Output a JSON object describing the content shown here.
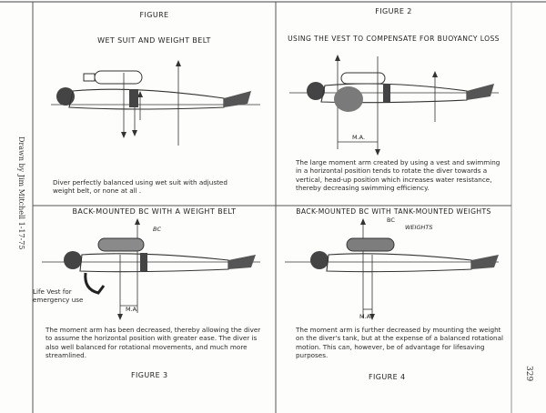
{
  "figures": [
    {
      "id": "fig1",
      "label": "FIGURE",
      "title": "WET SUIT AND WEIGHT BELT",
      "caption": "Diver perfectly balanced using wet suit with adjusted weight belt, or none at all ."
    },
    {
      "id": "fig2",
      "label": "FIGURE 2",
      "title": "USING THE VEST TO COMPENSATE FOR BUOYANCY LOSS",
      "moment_label": "M.A.",
      "caption": "The large moment arm created by using a vest and swimming in a horizontal position tends to rotate the diver towards a vertical, head-up position which increases water resistance, thereby decreasing swimming efficiency."
    },
    {
      "id": "fig3",
      "label": "FIGURE 3",
      "title": "BACK-MOUNTED BC WITH A WEIGHT BELT",
      "bc_label": "BC",
      "life_vest_label": "Life Vest for emergency use",
      "moment_label": "M.A.",
      "caption": "The moment arm has been decreased, thereby allowing the diver to assume the horizontal position with greater ease. The diver is also well balanced for rotational movements, and much more streamlined."
    },
    {
      "id": "fig4",
      "label": "FIGURE 4",
      "title": "BACK-MOUNTED BC WITH TANK-MOUNTED WEIGHTS",
      "bc_label": "BC",
      "weights_label": "WEIGHTS",
      "moment_label": "M.A.",
      "caption": "The moment arm is further decreased by mounting the weight on the diver's tank, but at the expense of a balanced rotational motion. This can, however, be of advantage for lifesaving purposes."
    }
  ],
  "side_note": "Drawn by Jim Mitchell 1-17-75",
  "page_number": "329",
  "colors": {
    "ink": "#222222",
    "shade": "#6a6a6a",
    "paper": "#fdfdfb"
  }
}
